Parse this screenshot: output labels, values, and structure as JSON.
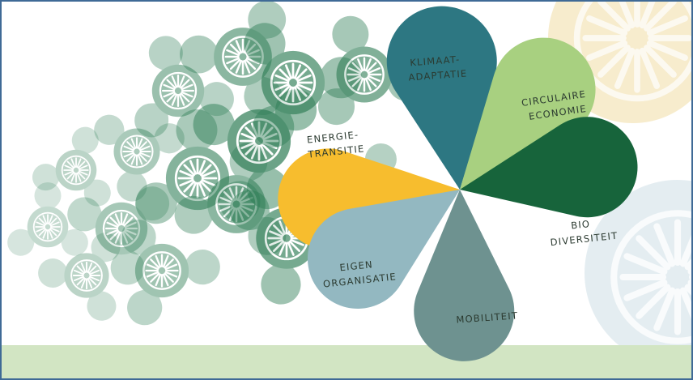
{
  "petals": [
    {
      "id": "energie",
      "lines": [
        "ENERGIE-",
        "TRANSITIE"
      ],
      "color": "#f7bd2e"
    },
    {
      "id": "klimaat",
      "lines": [
        "KLIMAAT-",
        "ADAPTATIE"
      ],
      "color": "#2d7782"
    },
    {
      "id": "circulaire",
      "lines": [
        "CIRCULAIRE",
        "ECONOMIE"
      ],
      "color": "#a8d080"
    },
    {
      "id": "bio",
      "lines": [
        "BIO",
        "DIVERSITEIT"
      ],
      "color": "#17643b"
    },
    {
      "id": "mobiliteit",
      "lines": [
        "MOBILITEIT"
      ],
      "color": "#6e9290"
    },
    {
      "id": "eigen",
      "lines": [
        "EIGEN",
        "ORGANISATIE"
      ],
      "color": "#93b8c1"
    }
  ],
  "colors": {
    "border": "#3f6a96",
    "ground": "#d2e5c3",
    "tail_green": "#2e7d55",
    "deco_yellow": "#f7eccd",
    "deco_blue": "#e4edf1"
  }
}
